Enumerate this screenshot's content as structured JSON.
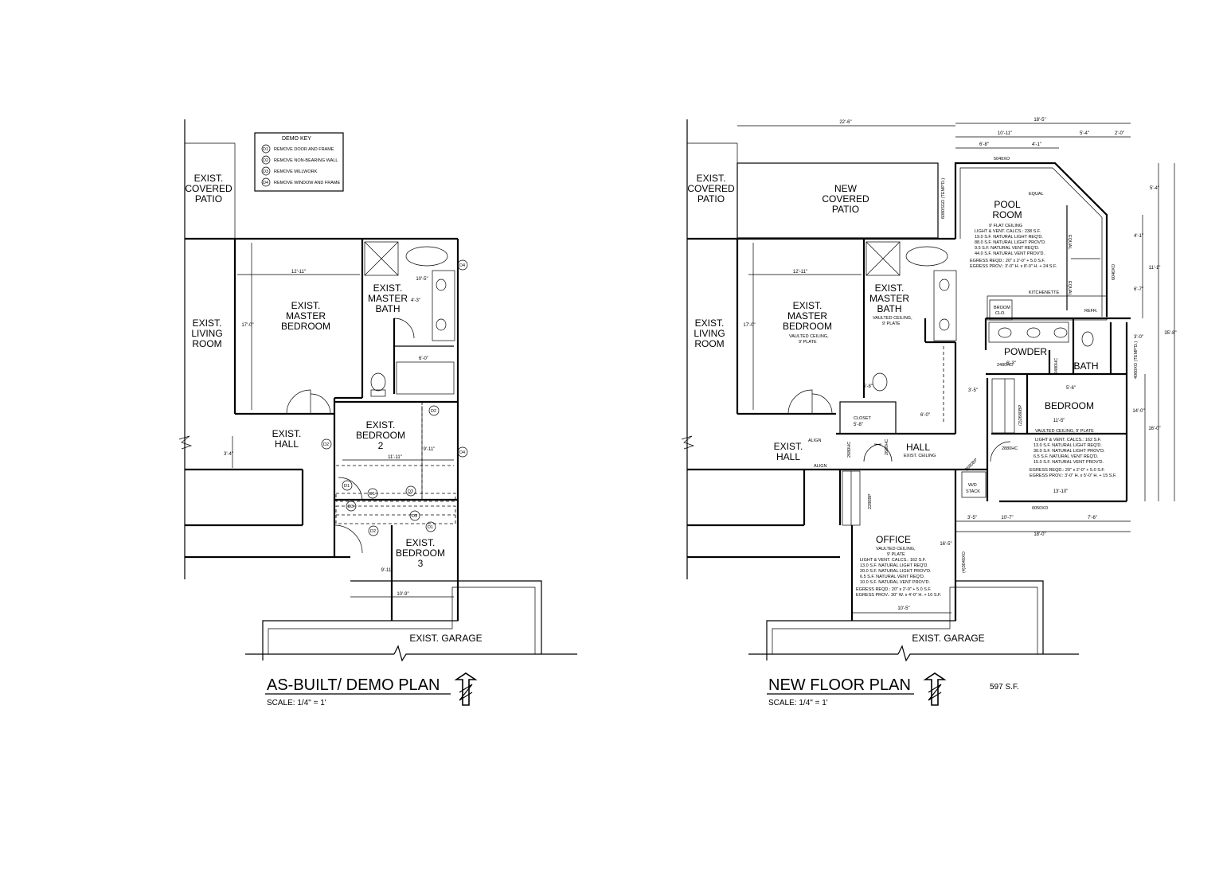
{
  "demo_plan": {
    "title": "AS-BUILT/ DEMO PLAN",
    "scale": "SCALE: 1/4\" = 1'",
    "demo_key": {
      "title": "DEMO KEY",
      "items": [
        {
          "code": "D1",
          "text": "REMOVE DOOR AND FRAME"
        },
        {
          "code": "D2",
          "text": "REMOVE NON-BEARING WALL"
        },
        {
          "code": "D3",
          "text": "REMOVE MILLWORK"
        },
        {
          "code": "D4",
          "text": "REMOVE WINDOW AND FRAME"
        }
      ]
    },
    "rooms": {
      "covered_patio": [
        "EXIST.",
        "COVERED",
        "PATIO"
      ],
      "living_room": [
        "EXIST.",
        "LIVING",
        "ROOM"
      ],
      "master_bedroom": [
        "EXIST.",
        "MASTER",
        "BEDROOM"
      ],
      "master_bath": [
        "EXIST.",
        "MASTER",
        "BATH"
      ],
      "hall": [
        "EXIST.",
        "HALL"
      ],
      "bedroom_2": [
        "EXIST.",
        "BEDROOM",
        "2"
      ],
      "bedroom_3": [
        "EXIST.",
        "BEDROOM",
        "3"
      ],
      "garage": "EXIST. GARAGE"
    },
    "dims": {
      "mb_width": "12'-11\"",
      "mb_depth": "17'-0\"",
      "bath_a": "10'-5\"",
      "bath_b": "4'-3\"",
      "bath_c": "6'-0\"",
      "bed2_width": "11'-11\"",
      "bed2_depth": "9'-11\"",
      "bed3_width": "10'-9\"",
      "bed3_depth": "9'-11\"",
      "hall_w": "3'-4\""
    }
  },
  "new_plan": {
    "title": "NEW FLOOR PLAN",
    "scale": "SCALE: 1/4\" = 1'",
    "area": "597 S.F.",
    "rooms": {
      "covered_patio": [
        "EXIST.",
        "COVERED",
        "PATIO"
      ],
      "new_patio": [
        "NEW",
        "COVERED",
        "PATIO"
      ],
      "living_room": [
        "EXIST.",
        "LIVING",
        "ROOM"
      ],
      "master_bedroom": [
        "EXIST.",
        "MASTER",
        "BEDROOM"
      ],
      "master_bedroom_note": [
        "VAULTED CEILING,",
        "9' PLATE"
      ],
      "master_bath": [
        "EXIST.",
        "MASTER",
        "BATH"
      ],
      "master_bath_note": [
        "VAULTED CEILING,",
        "9' PLATE"
      ],
      "hall_exist": [
        "EXIST.",
        "HALL"
      ],
      "pool_room": [
        "POOL",
        "ROOM"
      ],
      "pool_notes": [
        "9' FLAT CEILING",
        "LIGHT & VENT. CALCS.: 238 S.F.",
        "19.0 S.F. NATURAL LIGHT REQ'D.",
        "88.0 S.F. NATURAL LIGHT PROV'D.",
        "9.5 S.F. NATURAL VENT REQ'D.",
        "44.0 S.F. NATURAL VENT PROV'D.",
        "EGRESS REQD.: 20\" x 2'-0\" + 5.0 S.F.",
        "EGRESS PROV.: 3'-0\" H. x 8'-0\" H. + 24 S.F."
      ],
      "kitchenette": "KITCHENETTE",
      "broom": [
        "BROOM",
        "CLO."
      ],
      "refr": "REFR.",
      "powder": "POWDER",
      "bath": "BATH",
      "bedroom": "BEDROOM",
      "bedroom_notes": [
        "VAULTED CEILING, 9' PLATE",
        "LIGHT & VENT. CALCS.: 162 S.F.",
        "13.0 S.F. NATURAL LIGHT REQ'D.",
        "30.0 S.F. NATURAL LIGHT PROV'D.",
        "6.5 S.F. NATURAL VENT REQ'D.",
        "15.0 S.F. NATURAL VENT PROV'D.",
        "EGRESS REQD.: 20\" x 2'-0\" + 5.0 S.F.",
        "EGRESS PROV.: 3'-0\" H. x 5'-0\" H. + 15 S.F."
      ],
      "closet": "CLOSET",
      "hall": "HALL",
      "hall_note": "EXIST. CEILING",
      "wd": [
        "W/D",
        "STACK"
      ],
      "office": "OFFICE",
      "office_notes": [
        "VAULTED CEILING,",
        "9' PLATE",
        "LIGHT & VENT. CALCS.: 162 S.F.",
        "13.0 S.F. NATURAL LIGHT REQ'D.",
        "20.0 S.F. NATURAL LIGHT PROV'D.",
        "6.5 S.F. NATURAL VENT REQ'D.",
        "10.0 S.F. NATURAL VENT PROV'D.",
        "EGRESS REQD.: 20\" x 2'-0\" + 5.0 S.F.",
        "EGRESS PROV.: 30\" W. x 4'-0\" H. + 10 S.F."
      ],
      "garage": "EXIST. GARAGE",
      "align_1": "ALIGN",
      "align_2": "ALIGN",
      "equal_1": "EQUAL",
      "equal_2": "EQUAL",
      "equal_3": "EQUAL"
    },
    "dims": {
      "top_a": "22'-6\"",
      "top_b": "18'-5\"",
      "top_c": "10'-11\"",
      "top_d": "6'-8\"",
      "top_e": "4'-1\"",
      "top_f": "5'-4\"",
      "top_g": "2'-0\"",
      "right_a": "5'-4\"",
      "right_b": "4'-1\"",
      "right_c": "11'-1\"",
      "right_d": "6'-7\"",
      "right_e": "35'-8\"",
      "right_f": "3'-0\"",
      "right_g": "14'-0\"",
      "right_h": "16'-0\"",
      "bot_a": "3'-5\"",
      "bot_b": "10'-7\"",
      "bot_c": "7'-6\"",
      "bot_d": "18'-0\"",
      "bed_w": "11'-5\"",
      "bed_b": "13'-10\"",
      "office_w": "10'-5\"",
      "office_h": "16'-5\"",
      "mb_w": "12'-11\"",
      "mb_d": "17'-0\"",
      "closet_a": "5'-8\"",
      "closet_b": "5'-8\"",
      "closet_c": "6'-0\"",
      "hall_a": "3'-5\"",
      "powder_w": "6'-3\"",
      "bath_w": "5'-6\""
    },
    "tags": {
      "w1": "5040XO",
      "w2": "6080SGD (TEMP'D.)",
      "w3": "6040XO",
      "w4": "4060XO (TEMP'D.)",
      "w5": "6050XO",
      "w6": "(4)3040XO",
      "d1": "2480HC",
      "d2": "2480HC",
      "d3": "2680HC",
      "d4": "2680HC",
      "d5": "2880HC",
      "d6": "(2)2680BP",
      "d7": "2680BP",
      "d8": "2280BP"
    }
  }
}
